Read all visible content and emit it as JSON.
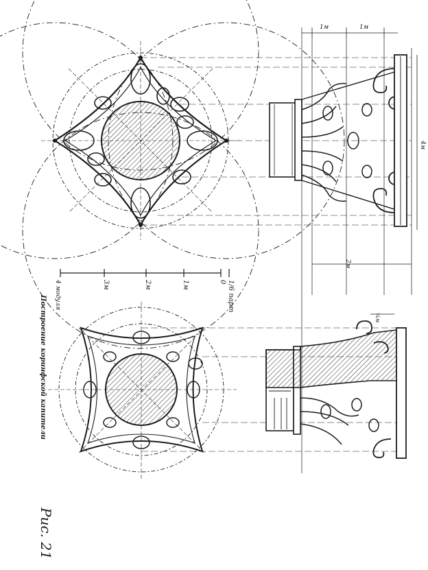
{
  "figure": {
    "caption": "Рис. 21",
    "title": "Построение коринфской капители"
  },
  "scale": {
    "top": "1/6 парт",
    "zero": "0",
    "ticks": [
      "1м",
      "2м",
      "3м"
    ],
    "bottom": "4 модуля"
  },
  "elevation_dims": {
    "top_a": "1м",
    "top_b": "1м",
    "right": "4м",
    "bottom": "2м",
    "detail": "¼м"
  },
  "colors": {
    "ink": "#1b1b1b",
    "paper": "#ffffff",
    "hatch": "#3a3a3a"
  }
}
